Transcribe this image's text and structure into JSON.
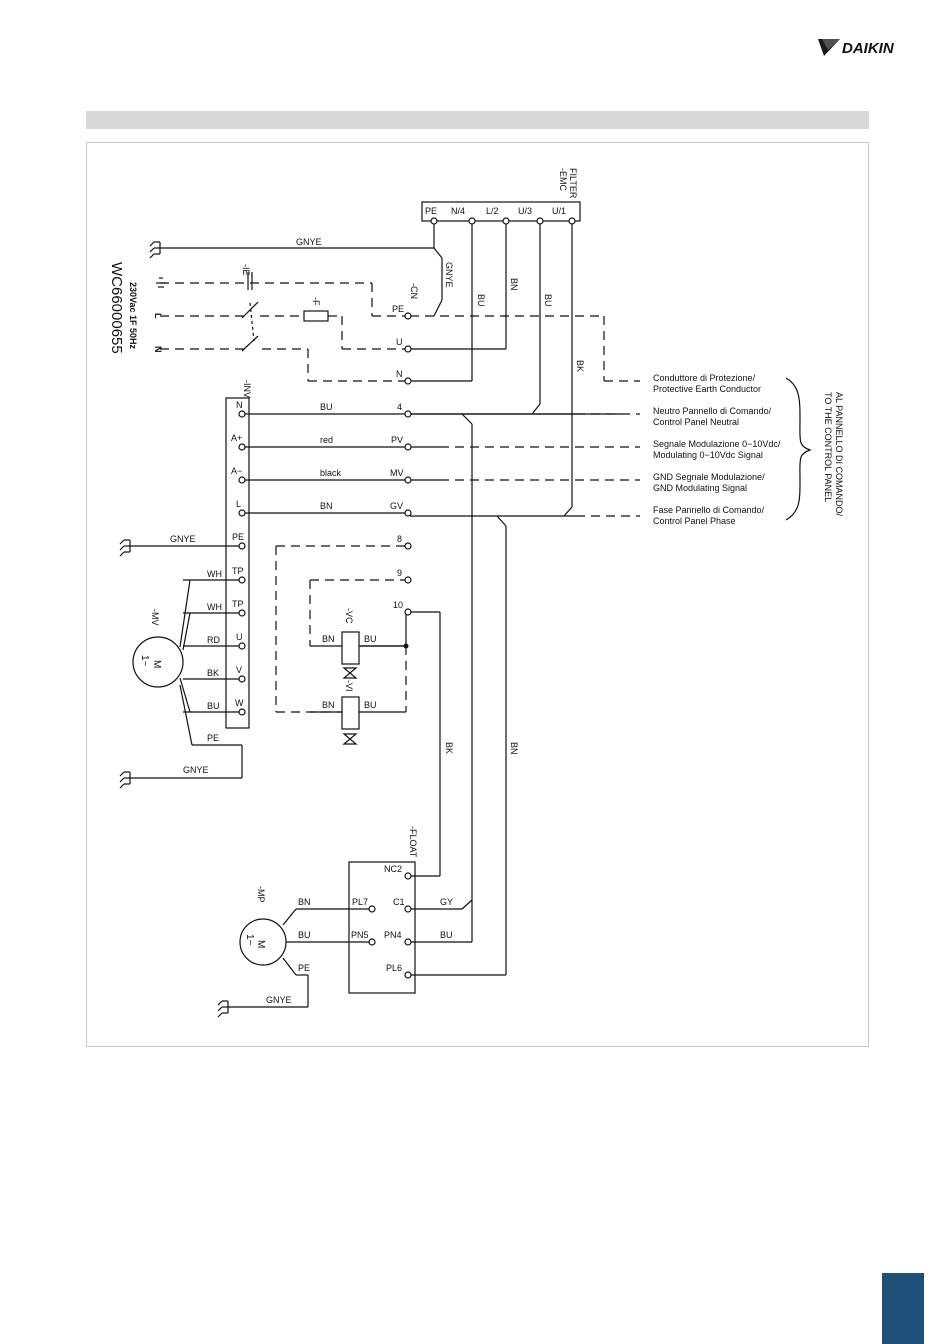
{
  "brand": {
    "name": "DAIKIN",
    "color": "#1a1a1a"
  },
  "page_tab_color": "#1f4e79",
  "model": {
    "code": "WC66000655",
    "supply": "230Vac 1F 50Hz"
  },
  "supply_terminals": {
    "l": "L",
    "n": "N"
  },
  "components": {
    "emc": "-EMC\nFILTER",
    "cn": "-CN",
    "f": "-F",
    "ie": "-IE",
    "inv": "-INV",
    "mv": "-MV",
    "vc": "-VC",
    "vi": "-VI",
    "float": "-FLOAT",
    "mp": "-MP"
  },
  "motor_symbol": {
    "top": "M",
    "bottom": "1~"
  },
  "emc_terminals": [
    "PE",
    "N/4",
    "L/2",
    "U/3",
    "U/1"
  ],
  "cn_terminals": [
    "PE",
    "U",
    "N"
  ],
  "terminal_block": [
    "4",
    "PV",
    "MV",
    "GV",
    "8",
    "9",
    "10"
  ],
  "inv_terminals": [
    "N",
    "A+",
    "A−",
    "L",
    "PE",
    "TP",
    "TP",
    "U",
    "V",
    "W"
  ],
  "float_terminals": [
    "NC2",
    "C1",
    "PL7",
    "PN5",
    "PN4",
    "PL6"
  ],
  "wire_labels": {
    "gnye_top": "GNYE",
    "gnye_vert": "GNYE",
    "bu_cn": "BU",
    "bn_cn": "BN",
    "bu_emc": "BU",
    "bk_emc": "BK",
    "bu_4": "BU",
    "red": "red",
    "black": "black",
    "bn_l": "BN",
    "gnye_inv": "GNYE",
    "wh1": "WH",
    "wh2": "WH",
    "rd": "RD",
    "bk_v": "BK",
    "bu_w": "BU",
    "pe_mv": "PE",
    "gnye_mv": "GNYE",
    "bn_vc": "BN",
    "bu_vc": "BU",
    "bn_vi": "BN",
    "bu_vi": "BU",
    "bk_10": "BK",
    "bn_gv": "BN",
    "bn_pl7": "BN",
    "bu_pn5": "BU",
    "pe_mp": "PE",
    "gnye_mp": "GNYE",
    "gy_c1": "GY",
    "bu_pn4": "BU"
  },
  "signals": [
    {
      "it": "Conduttore di Protezione/",
      "en": "Protective Earth Conductor"
    },
    {
      "it": "Neutro Pannello di Comando/",
      "en": "Control Panel Neutral"
    },
    {
      "it": "Segnale Modulazione 0−10Vdc/",
      "en": "Modulating 0−10Vdc Signal"
    },
    {
      "it": "GND Segnale Modulazione/",
      "en": "GND Modulating Signal"
    },
    {
      "it": "Fase Pannello di Comando/",
      "en": "Control Panel Phase"
    }
  ],
  "to_panel": {
    "line1": "AL PANNELLO DI COMANDO/",
    "line2": "TO THE CONTROL PANEL"
  }
}
